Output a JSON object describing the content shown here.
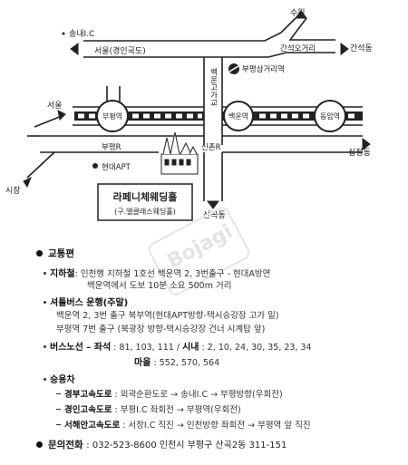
{
  "map": {
    "labels": {
      "north": "수원",
      "songnae_ic": "송내I.C",
      "seoul_gyeongin": "서울(경인국도)",
      "ganseok_ogeori": "간석오거리",
      "ganseokdong": "간석동",
      "bupyeong_samgeori": "부평삼거리역",
      "overpass": "백운고가교",
      "seoul": "서울",
      "siheung": "시장",
      "bupyeong_station": "부평역",
      "baegun_station": "백운역",
      "dongam_station": "동암역",
      "bupyeong_r": "부평R",
      "sinchon_r": "신촌R",
      "sipjeongdong": "십정동",
      "hyundai_apt": "현대APT",
      "sangokdong": "산곡동",
      "venue_name": "라페니체웨딩홀",
      "venue_former": "(구.엘클래스웨딩홀)"
    }
  },
  "watermark": "Bojagi",
  "info": {
    "transport_title": "교통편",
    "subway_label": "지하철",
    "subway_text": ": 인천행 지하철 1호선 백운역 2, 3번출구 - 현대A방면",
    "subway_text2": "백운역에서 도보 10분 소요 500m 거리",
    "shuttle_label": "셔틀버스 운행(주말)",
    "shuttle_line1": "백운역 2, 3번 출구 북부역(현대APT방향-택시승강장 고가 밑)",
    "shuttle_line2": "부평역 7번 출구 (북광장 방향-택시승강장 건너 시계탑 앞)",
    "bus_label": "버스노선 – 좌석",
    "bus_seat": ": 81, 103, 111 /",
    "bus_city_label": "시내",
    "bus_city": ": 2, 10, 24, 30, 35, 23, 34",
    "bus_village_label": "마을",
    "bus_village": ": 552, 570, 564",
    "car_label": "승용차",
    "route1_label": "경부고속도로",
    "route1_text": ": 외곽순환도로 → 송내I.C → 부평방향(우회전)",
    "route2_label": "경인고속도로",
    "route2_text": ": 부평I.C 좌회전 → 부평역(우회전)",
    "route3_label": "서해안고속도로",
    "route3_text": ": 서창I.C 직진 → 인천방향 좌회전 → 부평역 앞 직진",
    "contact_label": "문의전화",
    "contact_text": ": 032-523-8600  인천시 부평구 산곡2동 311-151"
  }
}
